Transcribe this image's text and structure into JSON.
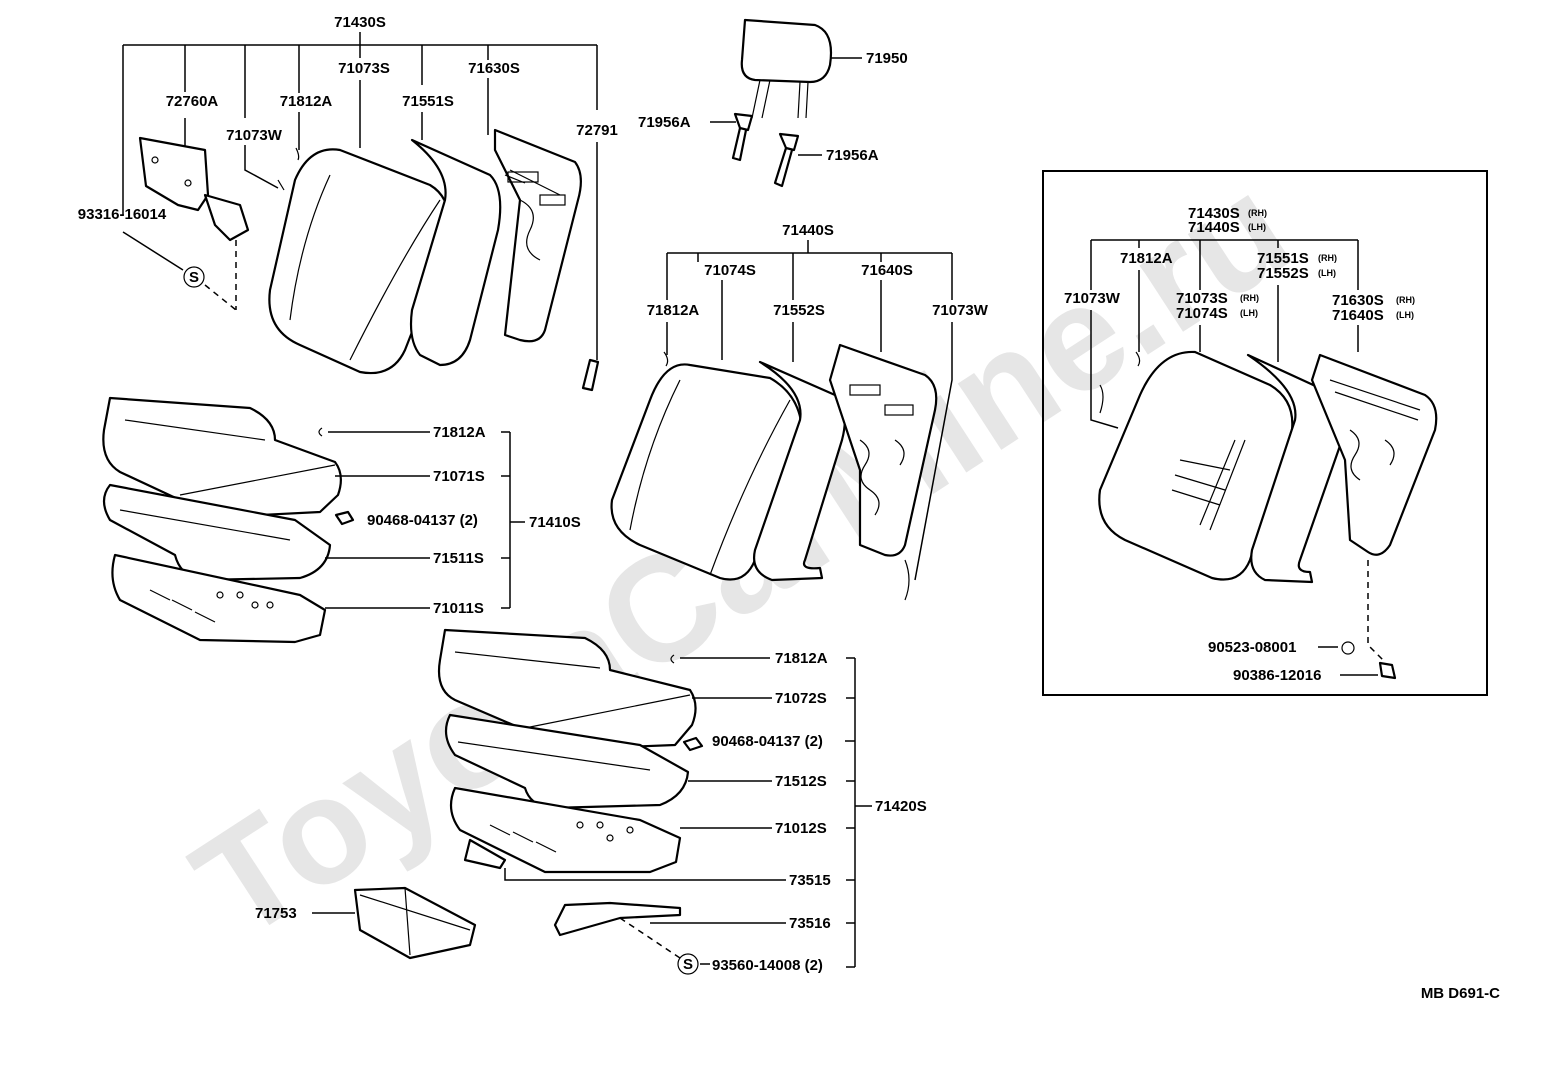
{
  "watermark": "ToyotaCarMine.ru",
  "drawing_code": "MB D691-C",
  "headrest": {
    "p71950": "71950",
    "p71956a_left": "71956A",
    "p71956a_right": "71956A"
  },
  "rh_back": {
    "assy": "71430S",
    "p71073s": "71073S",
    "p71630s": "71630S",
    "p72760a": "72760A",
    "p71812a": "71812A",
    "p71551s": "71551S",
    "p71073w": "71073W",
    "p72791": "72791",
    "p93316": "93316-16014"
  },
  "lh_back": {
    "assy": "71440S",
    "p71074s": "71074S",
    "p71640s": "71640S",
    "p71812a": "71812A",
    "p71552s": "71552S",
    "p71073w": "71073W"
  },
  "rh_cushion": {
    "assy": "71410S",
    "p71812a": "71812A",
    "p71071s": "71071S",
    "p90468": "90468-04137 (2)",
    "p71511s": "71511S",
    "p71011s": "71011S"
  },
  "lh_cushion": {
    "assy": "71420S",
    "p71812a": "71812A",
    "p71072s": "71072S",
    "p90468": "90468-04137 (2)",
    "p71512s": "71512S",
    "p71012s": "71012S",
    "p73515": "73515",
    "p73516": "73516",
    "p71753": "71753",
    "p93560": "93560-14008 (2)"
  },
  "inset": {
    "assy_rh": "71430S",
    "assy_lh": "71440S",
    "p71812a": "71812A",
    "p71551s_rh": "71551S",
    "p71552s_lh": "71552S",
    "p71073w": "71073W",
    "p71073s_rh": "71073S",
    "p71074s_lh": "71074S",
    "p71630s_rh": "71630S",
    "p71640s_lh": "71640S",
    "p90523": "90523-08001",
    "p90386": "90386-12016",
    "rh_tag": "(RH)",
    "lh_tag": "(LH)"
  },
  "symbols": {
    "s_mark": "S"
  }
}
